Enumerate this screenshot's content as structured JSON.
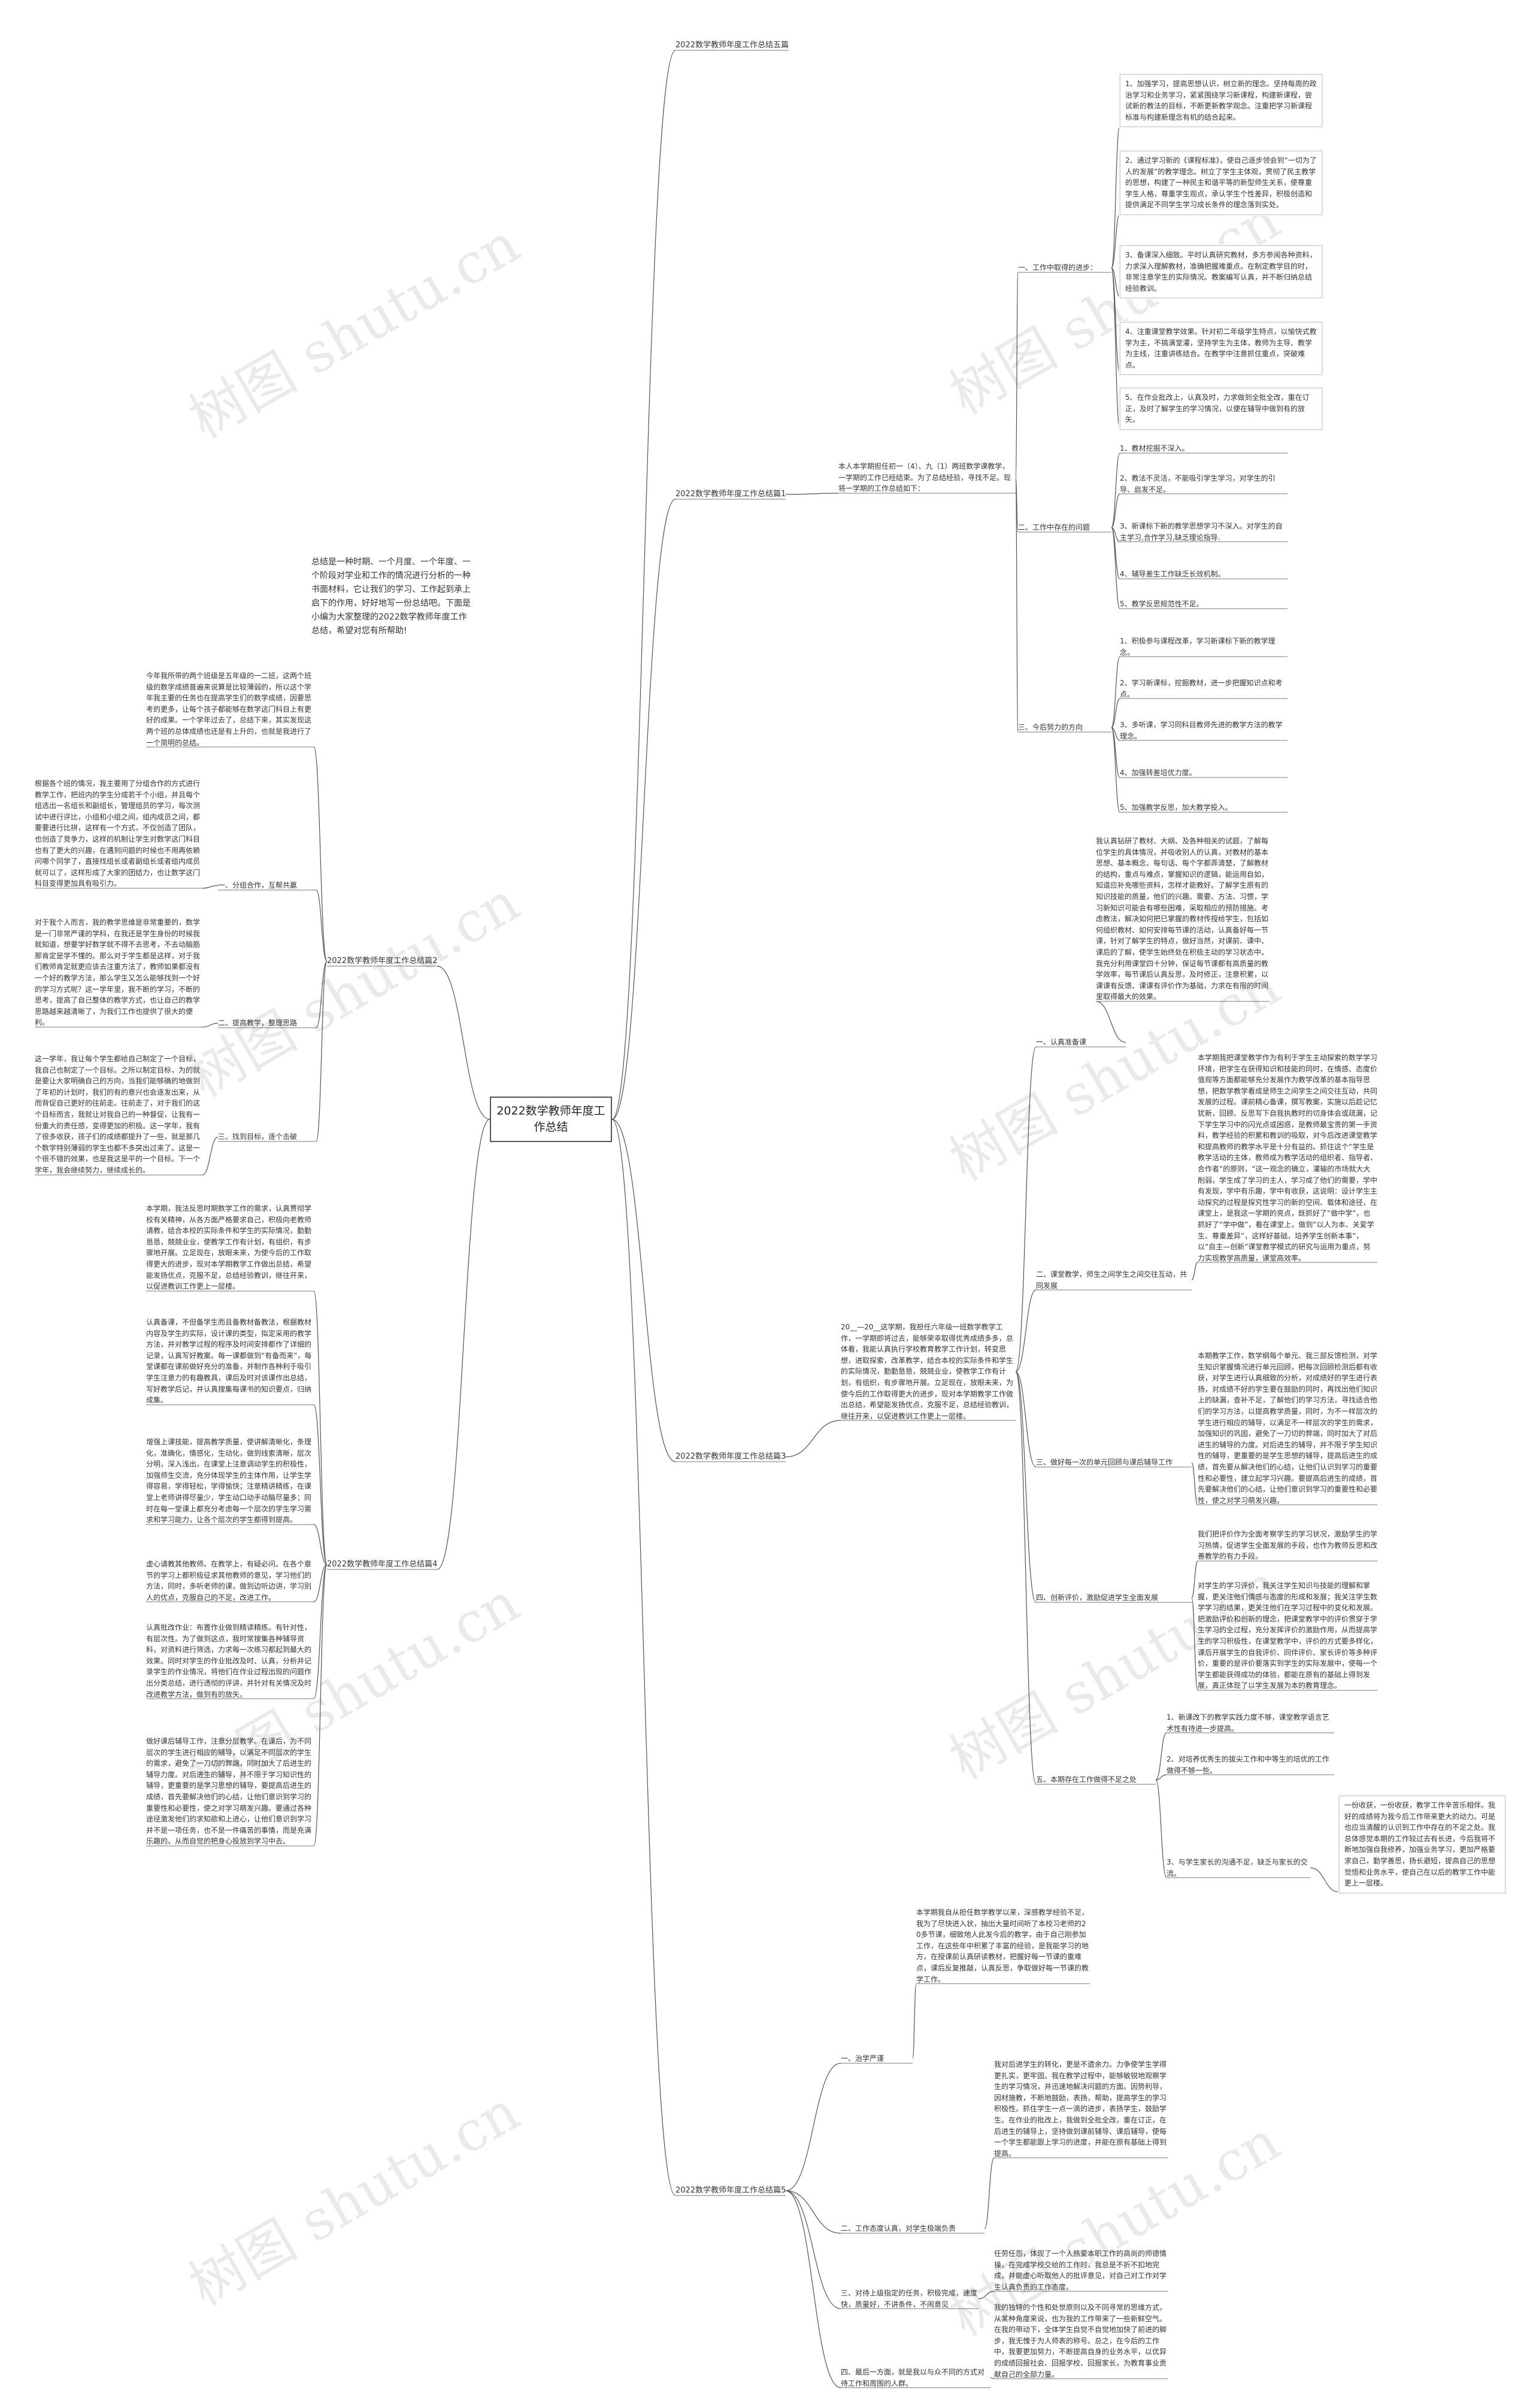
{
  "root": "2022数学教师年度工作总结",
  "intro": "总结是一种时期、一个月度、一个年度、一个阶段对学业和工作的情况进行分析的一种书面材料，它让我们的学习、工作起到承上启下的作用，好好地写一份总结吧。下面是小编为大家整理的2022数学教师年度工作总结，希望对您有所帮助!",
  "watermark": "树图 shutu.cn",
  "branches": {
    "b5": "2022数学教师年度工作总结五篇",
    "b1": "2022数学教师年度工作总结篇1",
    "b2": "2022数学教师年度工作总结篇2",
    "b3": "2022数学教师年度工作总结篇3",
    "b4": "2022数学教师年度工作总结篇4",
    "b5b": "2022数学教师年度工作总结篇5"
  },
  "p1": {
    "lead": "本人本学期担任初一（4）、九（1）两班数学课教学，一学期的工作已经结束。为了总结经验，寻找不足。现将一学期的工作总结如下：",
    "s1": "一、工作中取得的进步：",
    "s1_items": [
      "1、加强学习，提高思想认识，树立新的理念。坚持每周的政治学习和业务学习，紧紧围绕学习新课程，构建新课程，尝试新的教法的目标，不断更新教学观念。注重把学习新课程标准与构建新理念有机的结合起来。",
      "2、通过学习新的《课程标准》，使自己逐步领会到“一切为了人的发展”的教学理念。树立了学生主体观，贯彻了民主教学的思想，构建了一种民主和谐平等的新型师生关系，使尊重学生人格，尊重学生观点，承认学生个性差异，积极创造和提供满足不同学生学习成长条件的理念落到实处。",
      "3、备课深入细致。平时认真研究教材，多方参阅各种资料，力求深入理解教材，准确把握难重点。在制定教学目的时，非常注意学生的实际情况。教案编写认真，并不断归纳总结经验教训。",
      "4、注重课堂教学效果。针对初二年级学生特点，以愉快式教学为主，不搞满堂灌，坚持学生为主体，教师为主导、教学为主线，注重讲练结合。在教学中注意抓住重点，突破难点。",
      "5、在作业批改上，认真及时，力求做到全批全改，重在订正，及时了解学生的学习情况，以便在辅导中做到有的放矢。"
    ],
    "s2": "二、工作中存在的问题",
    "s2_items": [
      "1、教材挖掘不深入。",
      "2、教法不灵活，不能吸引学生学习，对学生的引导、启发不足。",
      "3、新课标下新的教学思想学习不深入。对学生的自主学习,合作学习,缺乏理论指导.",
      "4、辅导差生工作缺乏长效机制。",
      "5、教学反思规范性不足。"
    ],
    "s3": "三、今后努力的方向",
    "s3_items": [
      "1、积极参与课程改革，学习新课标下新的教学理念。",
      "2、学习新课标，挖掘教材，进一步把握知识点和考点。",
      "3、多听课，学习同科目教师先进的教学方法的教学理念。",
      "4、加强转差培优力度。",
      "5、加强教学反思，加大教学投入。"
    ]
  },
  "p2": {
    "lead": "今年我所带的两个班级是五年级的一二班，这两个班级的数学成绩普遍来说算是比较薄弱的，所以这个学年我主要的任务也在提高学生们的数学成绩，因要思考的更多，让每个孩子都能够在数学这门科目上有更好的成果。一个学年过去了，总结下来，其实发现这两个班的总体成绩也还是有上升的，也就是我进行了一个简明的总结。",
    "s1": "一、分组合作，互帮共赢",
    "t1": "根据各个班的情况，我主要用了分组合作的方式进行教学工作，把班内的学生分成若干个小组，并且每个组选出一名组长和副组长，管理组员的学习，每次测试中进行评比，小组和小组之间，组内成员之间，都要要进行比拼，这样有一个方式，不仅创造了团队，也创造了竞争力，这样的机制让学生对数学这门科目也有了更大的兴趣，在遇到问题的时候也不用再依赖问哪个同学了，直接找组长或者副组长或者组内成员就可以了，这样形成了大家的团结力，也让数学这门科目变得更加具有吸引力。",
    "s2": "二、提高教学，整理思路",
    "t2": "对于我个人而言，我的教学思维是非常重要的，数学是一门非常严谨的学科，在我还是学生身份的时候我就知道，想要学好数学就不得不去思考，不去动脑筋那肯定是学不懂的。那么对于学生都是这样，对于我们教师肯定就更应该去注重方法了，教师如果都没有一个好的教学方法，那么学生又怎么能够找到一个好的学习方式呢？这一学年里，我不断的学习，不断的思考，提高了自己整体的教学方式，也让自己的教学思路越来越清晰了，为我们工作也提供了很大的便利。",
    "s3": "三、找到目标，逐个击破",
    "t3": "这一学年，我让每个学生都给自己制定了一个目标，我自己也制定了一个目标。之所以制定目标，为的就是要让大家明确自己的方向，当我们能够确的地做到了年初的计划时，我们的有的意兴也会逐发出来，从而背促自己更好的往前走。往前走了，对于我们的这个目标而言，我就让对我自己的一种督促，让我有一份重大的责任感，变得更加的积极。这一学年，我有了很多收获，孩子们的成绩都提升了一些，就是那几个数学特别薄弱的学生也都不多突出过来了。这是一个很不错的效果，也是我这是平的一个目标。下一个学年，我会继续努力，继续成长的。"
  },
  "p3": {
    "lead": "20__—20__这学期，我担任六年级一班数学教学工作，一学期即将过去，能够荣幸取得优秀成绩多多，总体看，我能认真执行学校教育教学工作计划，转变思想，进取探索，改革教学，结合本校的实际条件和学生的实际情况，勤勤恳恳，兢兢业业，使教学工作有计划，有组织，有步骤地开展。立足现在，放眼未来，为使今后的工作取得更大的进步，现对本学期教学工作做出总结，希望能发扬优点，克服不足，总结经验教训，继往开来，以促进教训工作更上一层楼。",
    "s1": "一、认真准备课",
    "t1": "我认真钻研了教材、大纲、及各种相关的试题，了解每位学生的具体情况，并吸收别人的认真，对教材的基本思想、基本概念、每句话、每个字都弄清楚，了解教材的结构，重点与难点，掌握知识的逻辑，能运用自如，知道应补充哪些资料，怎样才能教好。了解学生原有的知识技能的质量，他们的兴趣、需要、方法、习惯，学习新知识可能会有哪些困难，采取相应的预防措施。考虑教法，解决如何把已掌握的教材传授给学生，包括如何组织教材、如何安排每节课的活动，认真备好每一节课，针对了解学生的特点，做好当然，对课前、课中、课后的了解，使学生始终处在积极主动的学习状态中。我充分利用课堂四十分钟，保证每节课都有高质量的教学效率，每节课后认真反思，及时修正，注意积累，以课课有反馈、课课有评价作为基础，力求在有限的时间里取得最大的效果。",
    "s2": "二、课堂教学，师生之间学生之间交往互动，共同发展",
    "t2": "本学期我把课堂教学作为有利于学生主动探索的数学学习环境，把学生在获得知识和技能的同时，在情感、态度价值观等方面都能够充分发展作为教学改革的基本指导思想，把数学教学看成是师生之间学生之间交往互动，共同发展的过程。课前精心备课，撰写教案，实施以后趁记忆犹新，回顾、反思写下自我执教时的切身体会或疏漏，记下学生学习中的闪光点或困惑，是教师最宝贵的第一手资料，教学经验的积累和教训的吸取，对今后改进课堂教学和提高教师的教学水平是十分有益的。抓住这个“学生是教学活动的主体，教师成为教学活动的组织者、指导者、合作者”的原则，“这一观念的确立，灌输的市场就大大削弱，学生成了学习的主人，学习成了他们的需要，学中有发现，学中有乐趣，学中有收获，这说明：设计学生主动探究的过程是探究性学习的新的空间、载体和途径，在课堂上，是我这一学期的亮点，既抓好了“做中学”，也抓好了“学中做”，看在课堂上，做到“以人为本、关爱学生、尊重差异”，这样好基础，培养学生创新本事”，以“自主—创新”课堂教学模式的研究与运用为重点，努力实现教学高质量，课堂高效率。",
    "s3": "三、做好每一次的单元回顾与课后辅导工作",
    "t3": "本期教学工作，数学纲每个单元、我三部反馈检测，对学生知识掌握情况进行单元回顾，把每次回顾检测后都有收获，对学生进行认真细致的分析，对成绩好的学生进行表扬，对成绩不好的学生要在鼓励的同时，再找出他们知识上的缺漏，查补不足，了解他们的学习方法，寻找适合他们的学习方法，以提高教学质量，同时，为不一样层次的学生进行相应的辅导，以满足不一样层次的学生的需求，加强知识的巩固，避免了一刀切的弊端，同时加大了对后进生的辅导的力度。对后进生的辅导，并不限于学生知识性的辅导，更重要的是学生思想的辅导，提高后进生的成绩，首先要从解决他们的心结，让他们认识到学习的重要性和必要性，建立起学习兴趣。要提高后进生的成绩，首先要解决他们的心结，让他们意识到学习的重要性和必要性，使之对学习萌发兴趣。",
    "s4": "四、创新评价，激励促进学生全面发展",
    "t4": "我们把评价作为全面考察学生的学习状况，激励学生的学习热情，促进学生全面发展的手段，也作为教师反思和改善教学的有力手段。",
    "t4b": "对学生的学习评价，我关注学生知识与技能的理解和掌握，更关注他们情感与态度的形成和发展；我关注学生数学学习的结果，更关注他们在学习过程中的变化和发展。把激励评价和创新的理念，把课堂教学中的评价贯穿于学生学习的全过程，充分发挥评价的激励作用，从而提高学生的学习积极性，在课堂教学中，评价的方式要多样化，课后开展学生的自我评价、同伴评价、家长评价等多种评价，重要的是评价要落实到学生的实际发展中，使每一个学生都能获得成功的体验，都能在原有的基础上得到发展，真正体现了以学生发展为本的教育理念。",
    "s5": "五、本期存在工作做得不足之处",
    "s5_items": [
      "1、新课改下的教学实践力度不够，课堂教学语言艺术性有待进一步提高。",
      "2、对培养优秀生的拔尖工作和中等生的培优的工作做得不够一些。",
      "3、与学生家长的沟通不足，缺乏与家长的交流。"
    ],
    "t5": "一份收获，一份收获，教学工作辛苦乐相伴。我好的成绩将为我今后工作带来更大的动力。可是也应当清醒的认识到工作中存在的不足之处。我总体感觉本期的工作较过去有长进，今后我将不断地加强自我修养，加强业务学习，更加严格要求自己，勤学善思，扬长避短，提高自己的思想觉悟和业务水平，使自己在以后的教学工作中能更上一层楼。"
  },
  "p4": {
    "lead": "本学期，我法反思时期数学工作的需求，认真贯彻学校有关精神，从各方面严格要求自己，积极向老教师请教，结合本校的实际条件和学生的实际情况，勤勤恳恳，兢兢业业，使教学工作有计划，有组织，有步骤地开展。立足现在，放眼未来，为使今后的工作取得更大的进步，现对本学期教学工作做出总结，希望能发扬优点，克服不足，总结经验教训，继往开来，以促进教训工作更上一层楼。",
    "t1": "认真备课，不但备学生而且备教材备教法，根据教材内容及学生的实际，设计课的类型，拟定采用的教学方法，并对教学过程的程序及时间安排都作了详细的记录，认真写好教案。每一课都做到“有备而来”，每堂课都在课前做好充分的准备，并制作各种利于吸引学生注意力的有趣教具，课后及时对该课作出总结，写好教学后记，并认真搜集每课书的知识要点，归纳成集。",
    "t2": "增强上课技能，提高教学质量，使讲解清晰化，条理化，准确化，情感化，生动化，做到线索清晰，层次分明，深入浅出，在课堂上注意调动学生的积极性，加强师生交流，充分体现学生的主体作用，让学生学得容易，学得轻松，学得愉快；注意精讲精练，在课堂上老师讲得尽量少，学生动口动手动脑尽量多；同时在每一堂课上都充分考虑每一个层次的学生学习需求和学习能力，让各个层次的学生都得到提高。",
    "t3": "虚心请教其他教师。在教学上，有疑必问。在各个章节的学习上都积极征求其他教师的意见，学习他们的方法，同时，多听老师的课，做到边听边讲，学习别人的优点，克服自己的不足，改进工作。",
    "t4": "认真批改作业：布置作业做到精读精练。有针对性，有层次性。为了做到这点，我时常搜集各种辅导资料，对资料进行筛选，力求每一次练习都起到最大的效果。同时对学生的作业批改及时、认真，分析并记录学生的作业情况，将他们在作业过程出现的问题作出分类总结，进行透彻的评讲，并针对有关情况及时改进教学方法，做到有的放矢。",
    "t5": "做好课后辅导工作，注意分层教学。在课后，为不同层次的学生进行相应的辅导，以满足不同层次的学生的需求，避免了一刀切的弊端，同时加大了后进生的辅导力度。对后进生的辅导，并不限于学习知识性的辅导，更重要的是学习思想的辅导，要提高后进生的成绩，首先要解决他们的心结，让他们意识到学习的重要性和必要性，使之对学习萌发兴趣。要通过各种途径激发他们的求知欲和上进心，让他们意识到学习并不是一项任务，也不是一件痛苦的事情，而是充满乐趣的。从而自觉的把身心投放到学习中去。"
  },
  "p5": {
    "s1": "一、治学严谨",
    "t1": "本学期我自从担任数学教学以来，深感教学经验不足，我为了尽快进入状，抽出大量时间听了本校习老师的20多节课，细致地人此发今后的教学，由于自己刚参加工作，在这些年中积累了丰富的经验，是我能学习的地方，在授课前认真研读教材，把握好每一节课的重难点，课后反复推敲，认真反思，争取做好每一节课的教学工作。",
    "s2": "二、工作态度认真，对学生极端负责",
    "t2": "我对后进学生的转化，更是不遗余力。力争使学生学得更扎实，更牢固。我在教学过程中，能够敏锐地观察学生的学习情况，并迅速地解决问题的方面。因势利导，因材施教，不断地鼓励，表扬，帮助，提高学生的学习积极性。抓住学生一点一滴的进步，表扬学生，鼓励学生。在作业的批改上，我做到全批全改，重在订正，在后进生的辅导上，坚持做到课前辅导、课后辅导，使每一个学生都能跟上学习的进度，并能在原有基础上得到提高。",
    "s3": "三、对待上级指定的任务，积极完成，速度快，质量好，不讲条件，不闹意见",
    "t3": "任劳任怨，体现了一个人热爱本职工作的高尚的师德情操，在完成学校交给的工作时，我总是不折不扣地完成，并能虚心听取他人的批评意见，对自己对工作对学生认真负责的工作态度。",
    "s4": "四、最后一方面，就是我以与众不同的方式对待工作和周围的人群。",
    "t4": "我的独特的个性和处世原则以及不同寻常的思维方式，从某种角度来说，也为我的工作带来了一些新鲜空气。在我的带动下，全体学生自觉不自觉地加快了前进的脚步，我无愧于为人师表的称号。总之，在今后的工作中，我要更加努力，不断提高自身的业务水平，以优异的成绩回报社会、回报学校、回报家长，为教育事业贡献自己的全部力量。"
  }
}
